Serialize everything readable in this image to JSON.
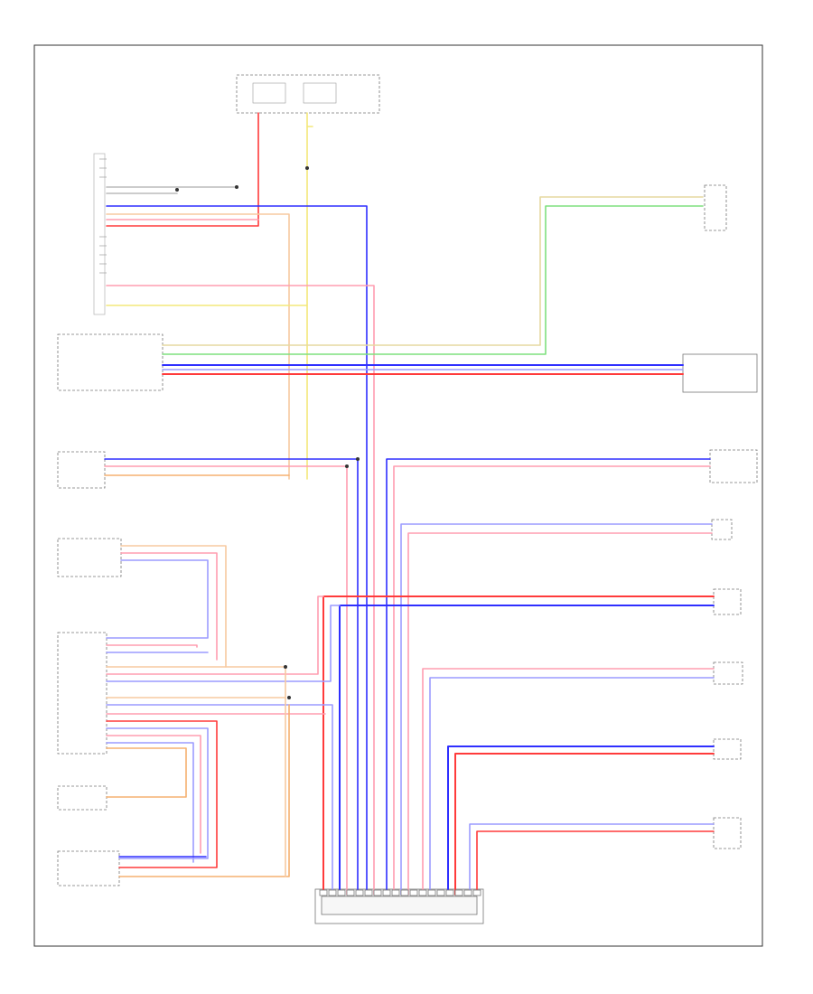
{
  "diagram": {
    "page_code": "",
    "colors": {
      "red": "#ff3b3b",
      "pink": "#ff9db0",
      "blue": "#2f2fff",
      "light_blue": "#9c9cff",
      "yellow": "#f4e87a",
      "orange": "#f5b070",
      "light_orange": "#f7caa0",
      "green": "#7ee07e",
      "tan": "#d8c8a0",
      "frame": "#333333"
    },
    "components": [
      {
        "id": "fuse-box",
        "name": "",
        "sublabel": ""
      },
      {
        "id": "central-gateway-upper-left",
        "name": "",
        "sublabel": ""
      },
      {
        "id": "connector-upper-right",
        "name": "",
        "sublabel": ""
      },
      {
        "id": "rear-control-unit-left",
        "name": "",
        "sublabel": ""
      },
      {
        "id": "module-right-upper",
        "name": "",
        "sublabel": ""
      },
      {
        "id": "transmission-control",
        "name": "",
        "sublabel": ""
      },
      {
        "id": "combination-meter",
        "name": "",
        "sublabel": ""
      },
      {
        "id": "steering-angle-sensor",
        "name": "",
        "sublabel": ""
      },
      {
        "id": "front-sensor-right",
        "name": "",
        "sublabel": ""
      },
      {
        "id": "center-console-unit",
        "name": "",
        "sublabel": ""
      },
      {
        "id": "large-control-unit",
        "name": "",
        "sublabel": ""
      },
      {
        "id": "rear-sensor-right",
        "name": "",
        "sublabel": ""
      },
      {
        "id": "yaw-rate-sensor",
        "name": "",
        "sublabel": ""
      },
      {
        "id": "small-unit-left",
        "name": "",
        "sublabel": ""
      },
      {
        "id": "bottom-left-unit",
        "name": "",
        "sublabel": ""
      },
      {
        "id": "lower-right-unit",
        "name": "",
        "sublabel": ""
      },
      {
        "id": "data-link-connector",
        "name": "",
        "sublabel": ""
      }
    ]
  }
}
